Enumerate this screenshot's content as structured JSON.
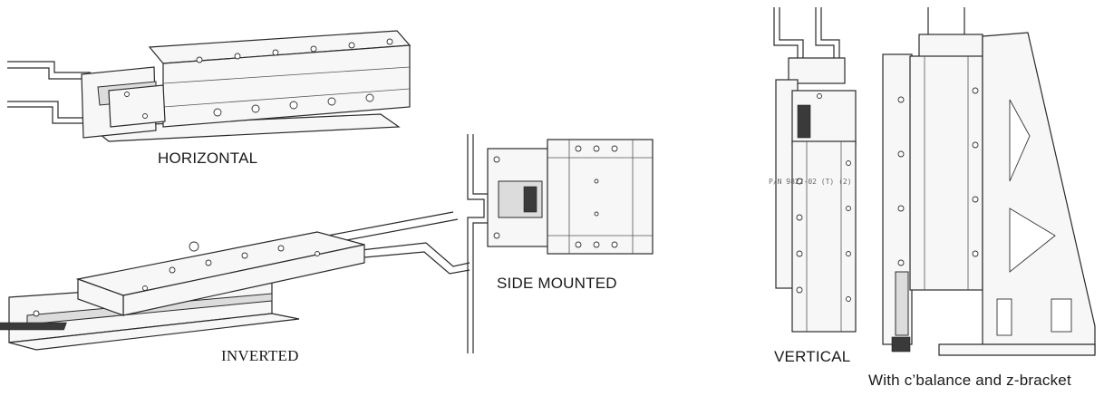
{
  "captions": {
    "horizontal": "HORIZONTAL",
    "inverted": "INVERTED",
    "side_mounted": "SIDE MOUNTED",
    "vertical": "VERTICAL",
    "counterbalance": "With c’balance and z-bracket"
  },
  "part_number": "P/N 9822-02 (T) (2)"
}
